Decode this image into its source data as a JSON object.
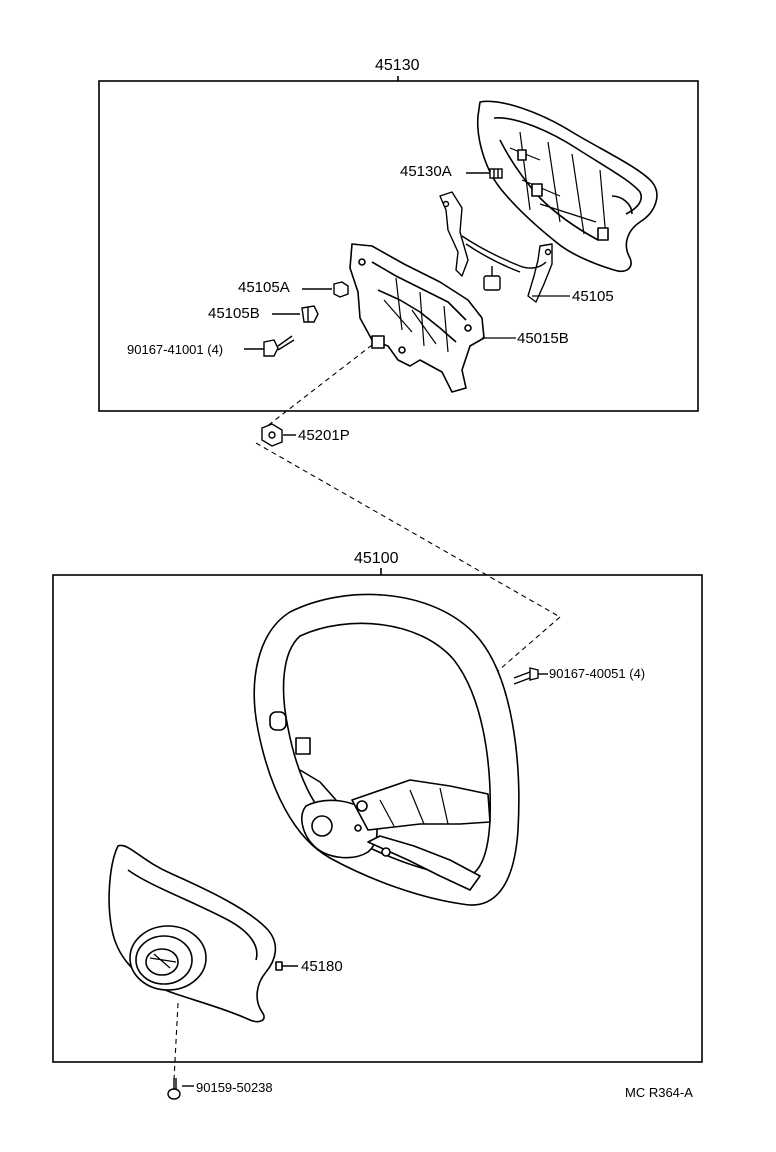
{
  "labels": {
    "group_upper": "45130",
    "p45130A": "45130A",
    "p45105A": "45105A",
    "p45105B": "45105B",
    "p90167_41001": "90167-41001 (4)",
    "p45105": "45105",
    "p45015B": "45015B",
    "p45201P": "45201P",
    "group_lower": "45100",
    "p90167_40051": "90167-40051 (4)",
    "p45180": "45180",
    "p90159_50238": "90159-50238",
    "ref_code": "MC R364-A"
  },
  "colors": {
    "line": "#000000",
    "background": "#ffffff"
  }
}
